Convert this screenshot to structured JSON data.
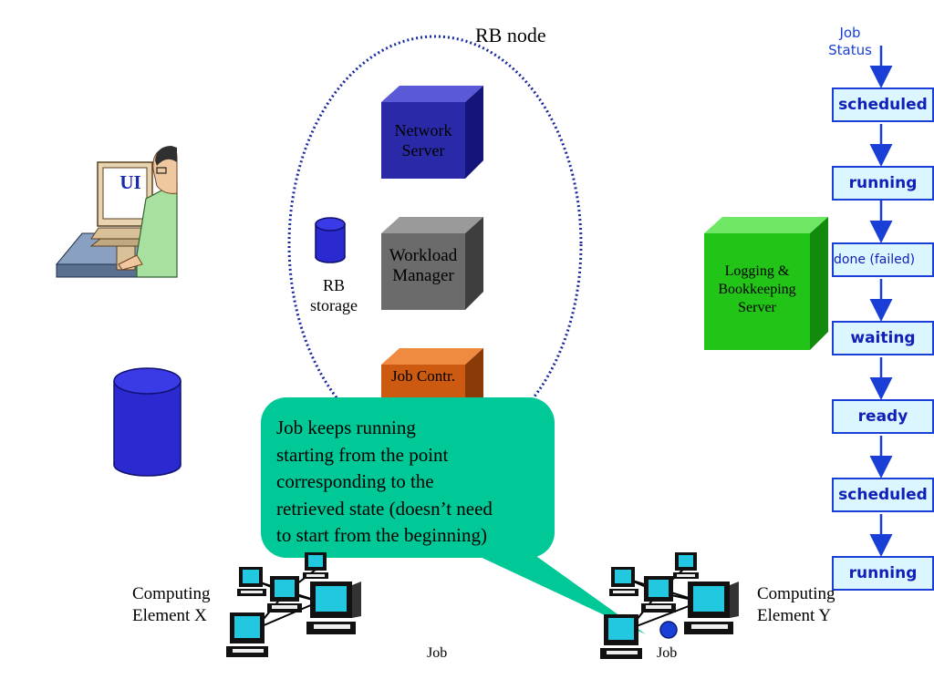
{
  "rb_node": {
    "label": "RB node"
  },
  "job_status": {
    "title_line1": "Job",
    "title_line2": "Status",
    "states": [
      "scheduled",
      "running",
      "done (failed)",
      "waiting",
      "ready",
      "scheduled",
      "running"
    ]
  },
  "components": {
    "network_server": {
      "line1": "Network",
      "line2": "Server"
    },
    "workload_manager": {
      "line1": "Workload",
      "line2": "Manager"
    },
    "job_controller": {
      "label": "Job Contr."
    },
    "logging_bookkeeping": {
      "line1": "Logging &",
      "line2": "Bookkeeping",
      "line3": "Server"
    },
    "rb_storage": {
      "line1": "RB",
      "line2": "storage"
    }
  },
  "ui": {
    "label": "UI"
  },
  "callout": {
    "lines": [
      "Job keeps running",
      "starting from the point",
      "corresponding to the",
      "retrieved state (doesn’t need",
      "to start from the beginning)"
    ]
  },
  "computing_elements": {
    "x": {
      "line1": "Computing",
      "line2": "Element X",
      "job_label": "Job"
    },
    "y": {
      "line1": "Computing",
      "line2": "Element Y",
      "job_label": "Job"
    }
  },
  "colors": {
    "network_server": "#2a2aa8",
    "workload_manager": "#6b6b6b",
    "job_controller": "#cc5a10",
    "logging_bookkeeping": "#22c418",
    "callout": "#00c896",
    "status_border": "#1a3fd6",
    "status_fill": "#dcf6ff"
  }
}
